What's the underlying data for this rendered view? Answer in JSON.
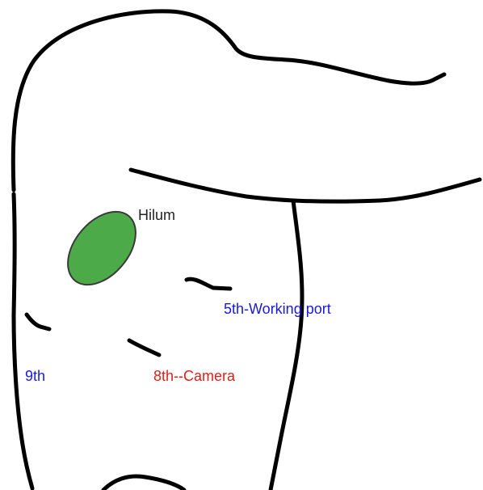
{
  "labels": {
    "hilum": "Hilum",
    "working_port": "5th-Working port",
    "ninth": "9th",
    "camera": "8th--Camera"
  },
  "colors": {
    "outline": "#000000",
    "hilum_fill": "#4caa48",
    "hilum_stroke": "#3a3a3a",
    "hilum_label": "#222222",
    "working_port_label": "#1a1ad6",
    "ninth_label": "#1a1ad6",
    "camera_label": "#e0201a"
  }
}
